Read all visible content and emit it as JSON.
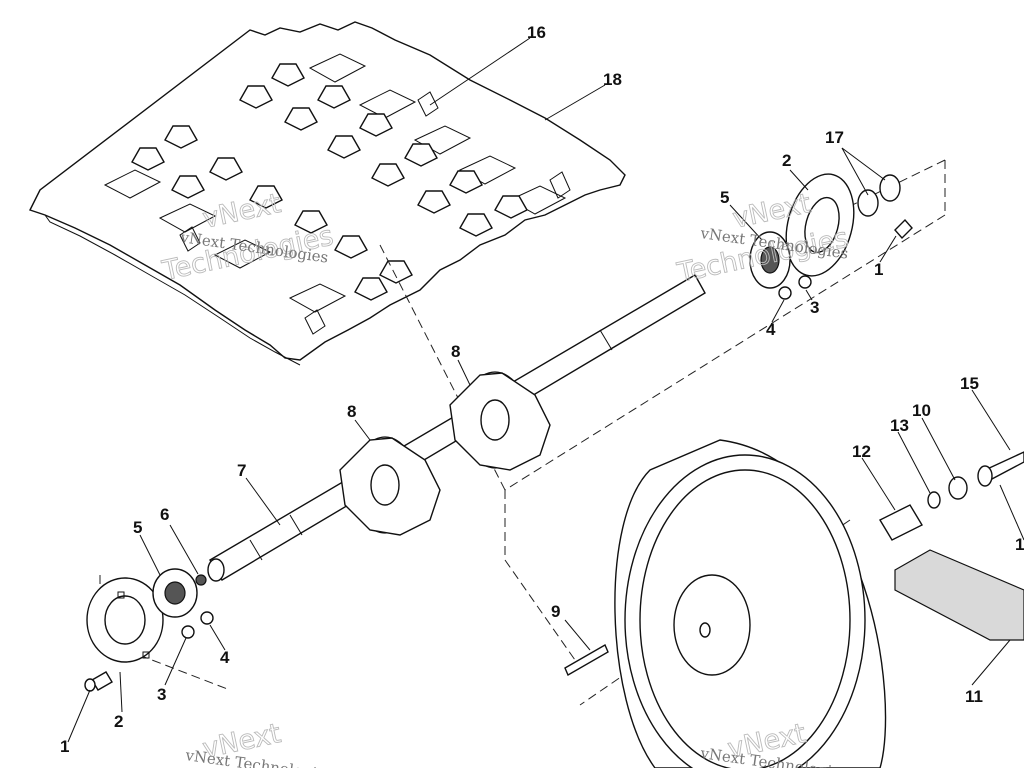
{
  "watermark": {
    "line1": "vNext",
    "line2": "Technologies",
    "full": "vNext Technologies"
  },
  "callouts": [
    "1",
    "2",
    "3",
    "4",
    "5",
    "6",
    "7",
    "8",
    "9",
    "10",
    "11",
    "12",
    "13",
    "15",
    "16",
    "17",
    "18"
  ],
  "colors": {
    "ink": "#111111",
    "watermark": "#777777",
    "paper": "#ffffff"
  }
}
